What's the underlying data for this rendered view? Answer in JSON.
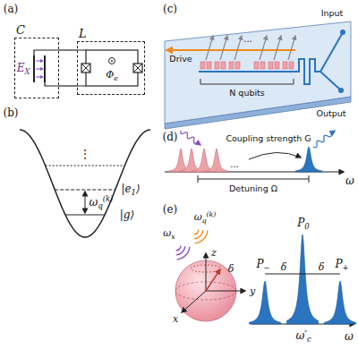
{
  "diagram": {
    "nodes": [
      {
        "text": [
          "C"
        ]
      },
      {
        "text": [
          "L"
        ]
      }
    ],
    "edges": [
      {
        "from": 0,
        "to": 1,
        "arrow": "none"
      },
      {
        "from": 0,
        "to": 1,
        "arrow": "none"
      }
    ],
    "labels": [
      "(a)",
      "E",
      "X",
      "Φ",
      "e",
      "(b)",
      "⋮",
      "|e",
      "1",
      "⟩",
      "|g⟩",
      "ω",
      "q",
      "(k)",
      "(c)",
      "Drive",
      "N qubits",
      "...",
      "Input",
      "Output",
      "(d)",
      "Coupling strength G",
      "Detuning Ω",
      "...",
      "ω",
      "(e)",
      "ω",
      "q",
      "(k)",
      "ω",
      "x",
      "z",
      "x",
      "y",
      "δ",
      "P",
      "0",
      "P",
      "−",
      "P",
      "+",
      "δ",
      "δ",
      "ω′",
      "c",
      "ω"
    ]
  }
}
